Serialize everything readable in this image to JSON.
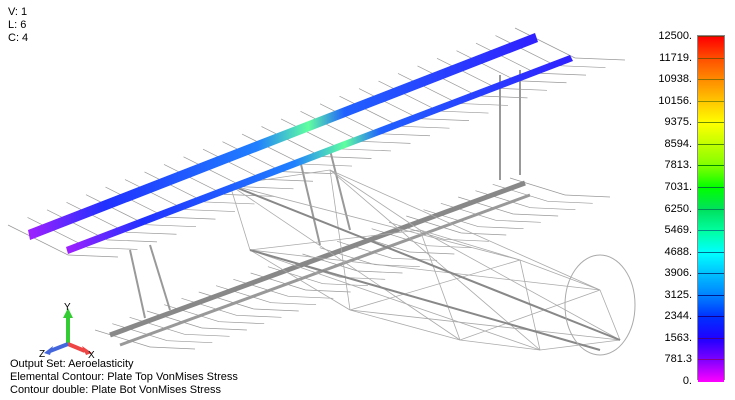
{
  "view_info": {
    "v": "V: 1",
    "l": "L: 6",
    "c": "C: 4"
  },
  "output_info": {
    "output_set": "Output Set: Aeroelasticity",
    "elemental_contour": "Elemental Contour: Plate Top VonMises Stress",
    "contour_double": "Contour double: Plate Bot VonMises Stress"
  },
  "axes": {
    "x": "X",
    "y": "Y",
    "z": "Z"
  },
  "legend": {
    "labels": [
      "12500.",
      "11719.",
      "10938.",
      "10156.",
      "9375.",
      "8594.",
      "7813.",
      "7031.",
      "6250.",
      "5469.",
      "4688.",
      "3906.",
      "3125.",
      "2344.",
      "1563.",
      "781.3",
      "0."
    ],
    "colors": [
      "#ff0000",
      "#ff5000",
      "#ff8c00",
      "#ffc800",
      "#ffff00",
      "#c0ff00",
      "#80ff00",
      "#00ff00",
      "#00e060",
      "#00ffa0",
      "#00ffff",
      "#00c0ff",
      "#0080ff",
      "#0030ff",
      "#2000ff",
      "#8000ff",
      "#ff00ff"
    ]
  }
}
